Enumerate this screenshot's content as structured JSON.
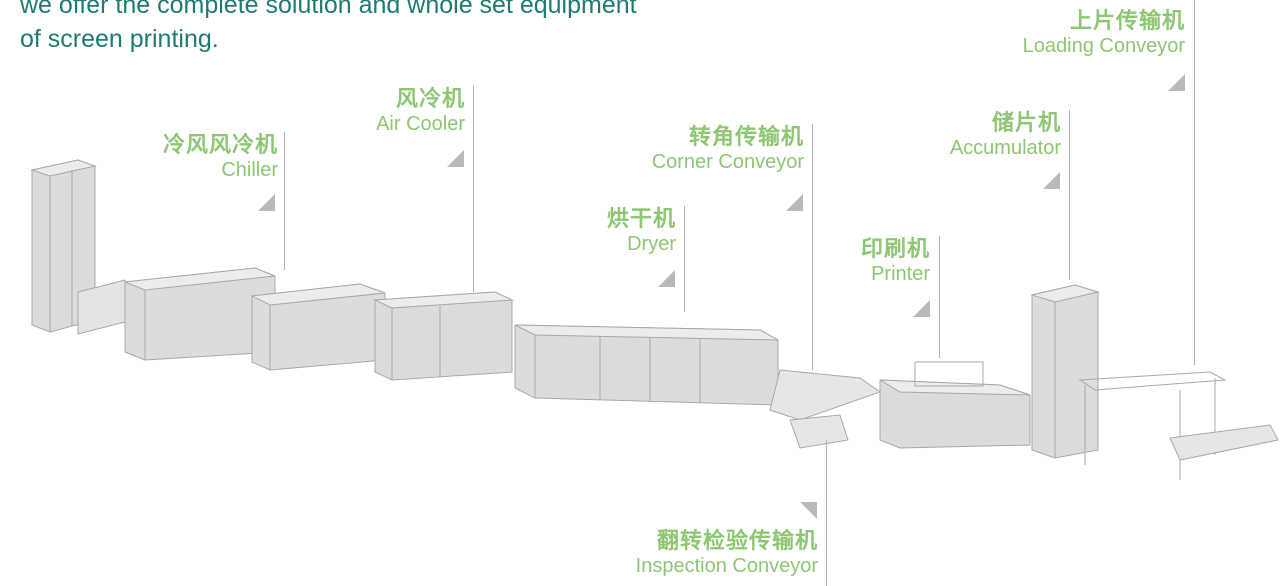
{
  "intro": {
    "line1": "we offer the complete solution and whole set equipment",
    "line2": "of screen printing."
  },
  "labels": {
    "chiller": {
      "cn": "冷风风冷机",
      "en": "Chiller"
    },
    "air_cooler": {
      "cn": "风冷机",
      "en": "Air Cooler"
    },
    "dryer": {
      "cn": "烘干机",
      "en": "Dryer"
    },
    "corner_conveyor": {
      "cn": "转角传输机",
      "en": "Corner Conveyor"
    },
    "printer": {
      "cn": "印刷机",
      "en": "Printer"
    },
    "accumulator": {
      "cn": "储片机",
      "en": "Accumulator"
    },
    "loading_conveyor": {
      "cn": "上片传输机",
      "en": "Loading Conveyor"
    },
    "inspection_conveyor": {
      "cn": "翻转检验传输机",
      "en": "Inspection Conveyor"
    }
  },
  "colors": {
    "intro_text": "#1f7a72",
    "label_text": "#8ec673",
    "machine_fill": "#dcdcdc",
    "machine_stroke": "#a8a8a8"
  }
}
